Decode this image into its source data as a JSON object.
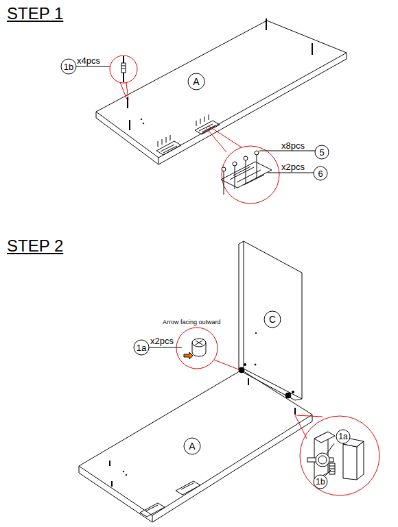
{
  "diagram": {
    "nodes": [
      {
        "text": [
          "1b"
        ]
      },
      {
        "text": [
          "A"
        ]
      },
      {
        "text": [
          "5"
        ]
      },
      {
        "text": [
          "6"
        ]
      },
      {
        "text": [
          "1a"
        ]
      },
      {
        "text": [
          "C"
        ]
      },
      {
        "text": [
          "A"
        ]
      },
      {
        "text": [
          "1a"
        ]
      },
      {
        "text": [
          "1b"
        ]
      }
    ],
    "labels": [
      "STEP 1",
      "x4pcs",
      "x8pcs",
      "x2pcs",
      "STEP 2",
      "Arrow facing outward",
      "x2pcs"
    ]
  }
}
